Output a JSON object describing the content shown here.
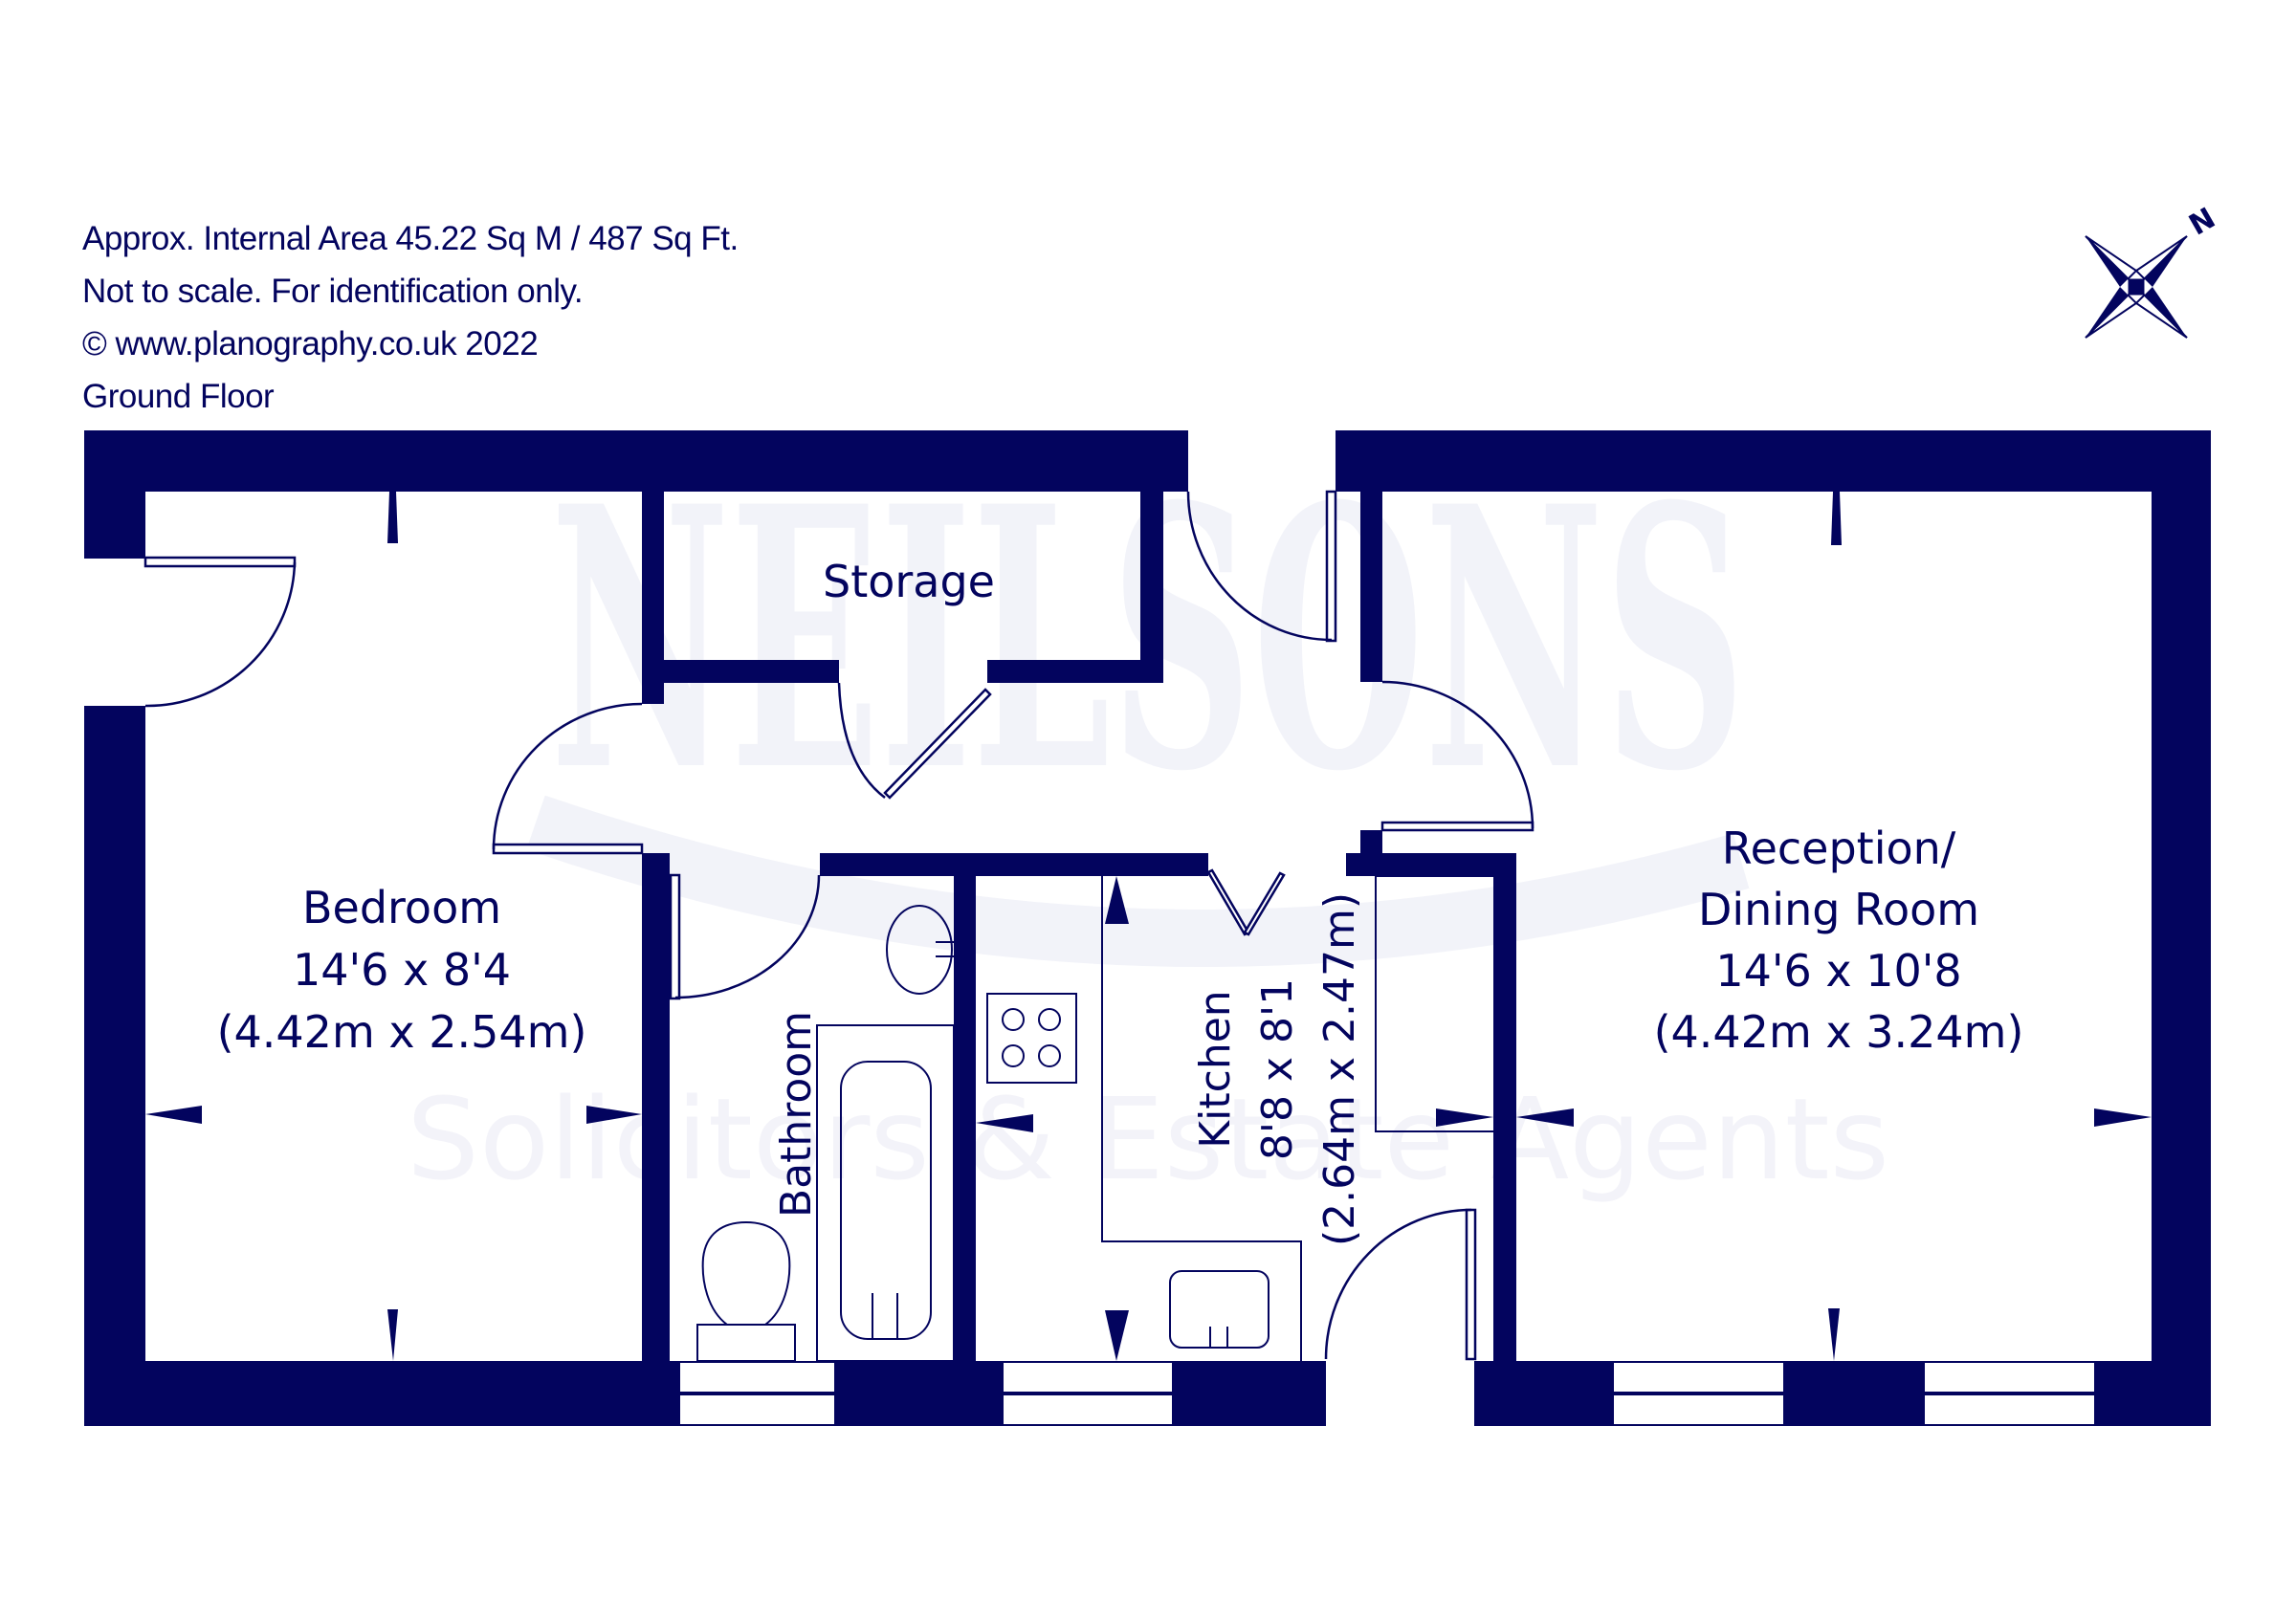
{
  "header": {
    "area": "Approx. Internal Area 45.22 Sq M / 487 Sq Ft.",
    "disclaimer": "Not to scale. For identification only.",
    "copyright": "© www.planography.co.uk 2022",
    "floor": "Ground Floor"
  },
  "compass": {
    "north_label": "N",
    "icon": "compass-rose-icon"
  },
  "watermark": {
    "brand": "NEILSONS",
    "tagline": "Solicitors & Estate Agents"
  },
  "rooms": {
    "storage": {
      "name": "Storage"
    },
    "bedroom": {
      "name": "Bedroom",
      "imperial": "14'6 x 8'4",
      "metric": "(4.42m x 2.54m)"
    },
    "bathroom": {
      "name": "Bathroom"
    },
    "kitchen": {
      "name": "Kitchen",
      "imperial": "8'8 x 8'1",
      "metric": "(2.64m x 2.47m)"
    },
    "reception": {
      "name_line1": "Reception/",
      "name_line2": "Dining Room",
      "imperial": "14'6 x 10'8",
      "metric": "(4.42m x 3.24m)"
    }
  },
  "colors": {
    "wall": "#03045e",
    "watermark": "#f2f3f9",
    "background": "#ffffff"
  }
}
